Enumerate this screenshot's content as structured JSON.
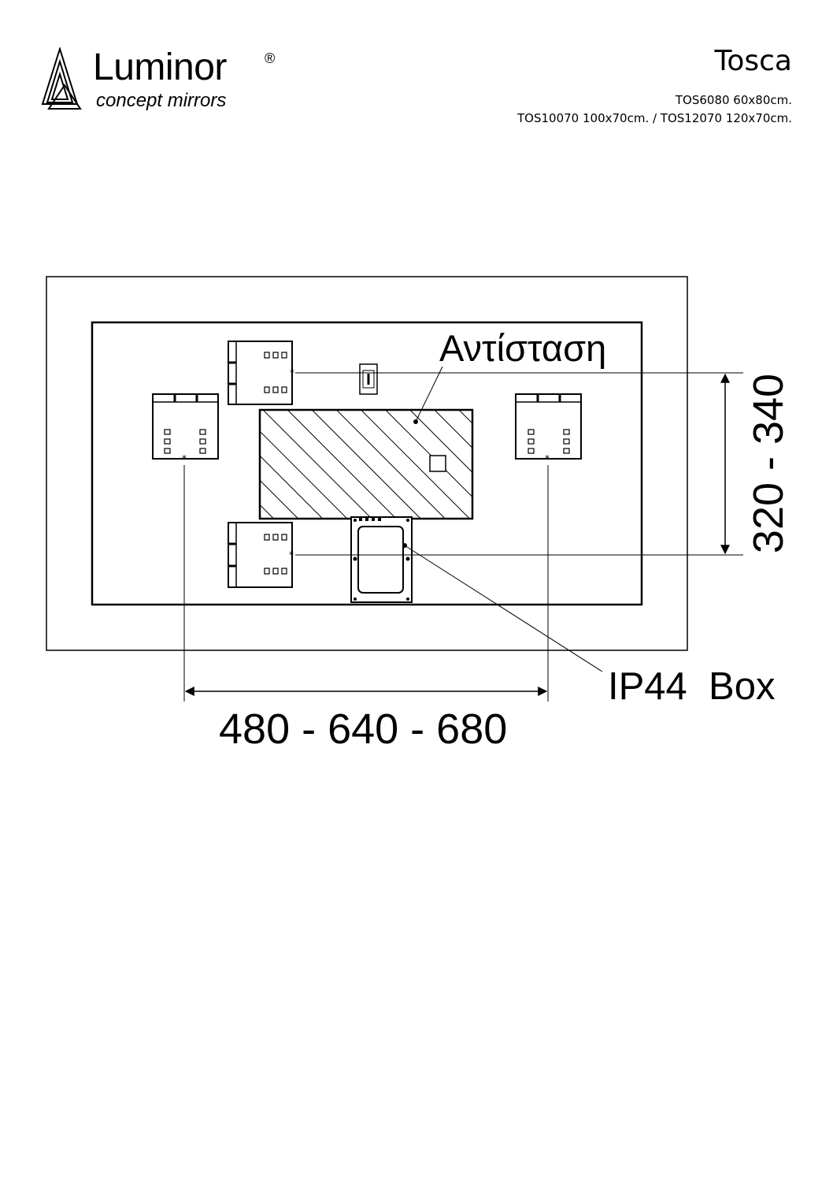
{
  "brand": {
    "name": "Luminor",
    "registered": "®",
    "tagline": "concept mirrors"
  },
  "product": {
    "name": "Tosca",
    "models": [
      "TOS6080 60x80cm.",
      "TOS10070 100x70cm. / TOS12070 120x70cm."
    ]
  },
  "diagram": {
    "heater_label": "Αντίσταση",
    "box_label": "IP44  Box",
    "horizontal_dimension": "480 - 640 - 680",
    "vertical_dimension": "320 - 340"
  },
  "icons": [
    "luminor-triangle-logo"
  ]
}
